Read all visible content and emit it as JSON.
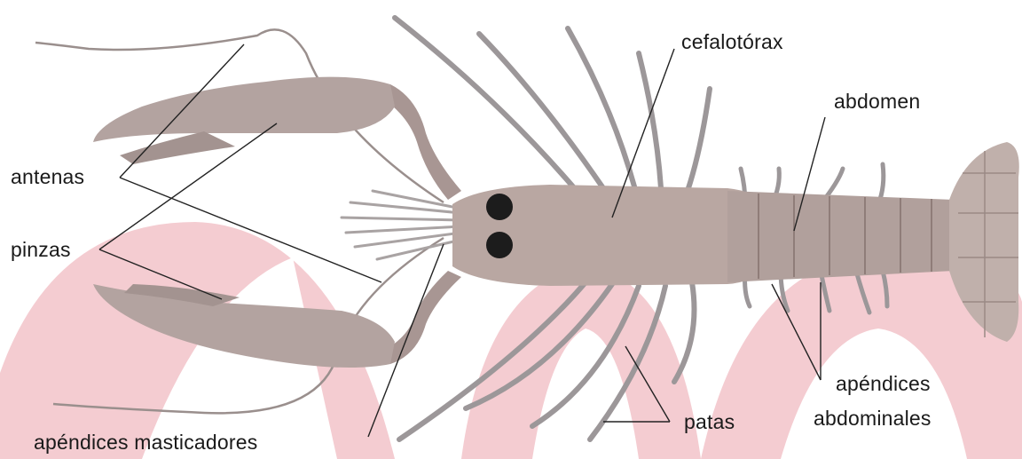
{
  "labels": {
    "antenas": "antenas",
    "pinzas": "pinzas",
    "cefalotorax": "cefalotórax",
    "abdomen": "abdomen",
    "apendices_line1": "apéndices",
    "apendices_line2": "abdominales",
    "patas": "patas",
    "masticadores": "apéndices masticadores"
  },
  "colors": {
    "background_shapes": "#f2c3c9",
    "body": "#b9a7a2",
    "body_dark": "#8f7d79",
    "legs": "#9c9799",
    "eyes": "#1c1c1c",
    "leader_lines": "#222222",
    "text": "#1a1a1a"
  }
}
